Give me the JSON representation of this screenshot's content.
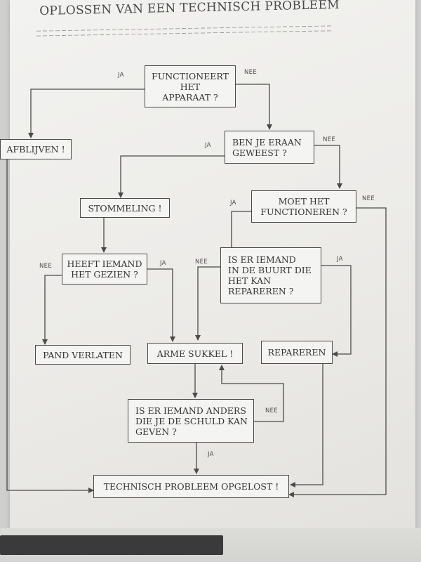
{
  "title": "OPLOSSEN VAN EEN TECHNISCH PROBLEEM",
  "nodes": {
    "functioneert": "FUNCTIONEERT\nHET\nAPPARAAT ?",
    "afblijven": "AFBLIJVEN !",
    "ben_je_eraan": "BEN JE ERAAN\nGEWEEST ?",
    "stommeling": "STOMMELING !",
    "moet_het": "MOET HET\nFUNCTIONEREN ?",
    "heeft_iemand": "HEEFT IEMAND\nHET GEZIEN ?",
    "is_er_iemand_buurt": "IS ER IEMAND\nIN DE BUURT DIE\nHET KAN\nREPAREREN ?",
    "pand_verlaten": "PAND VERLATEN",
    "arme_sukkel": "ARME SUKKEL !",
    "repareren": "REPAREREN",
    "is_er_iemand_anders": "IS ER IEMAND ANDERS\nDIE JE DE SCHULD KAN\nGEVEN ?",
    "opgelost": "TECHNISCH PROBLEEM OPGELOST !"
  },
  "labels": {
    "ja": "JA",
    "nee": "NEE"
  },
  "colors": {
    "ink": "#4a4a4a",
    "paper": "#f2f2f0"
  }
}
